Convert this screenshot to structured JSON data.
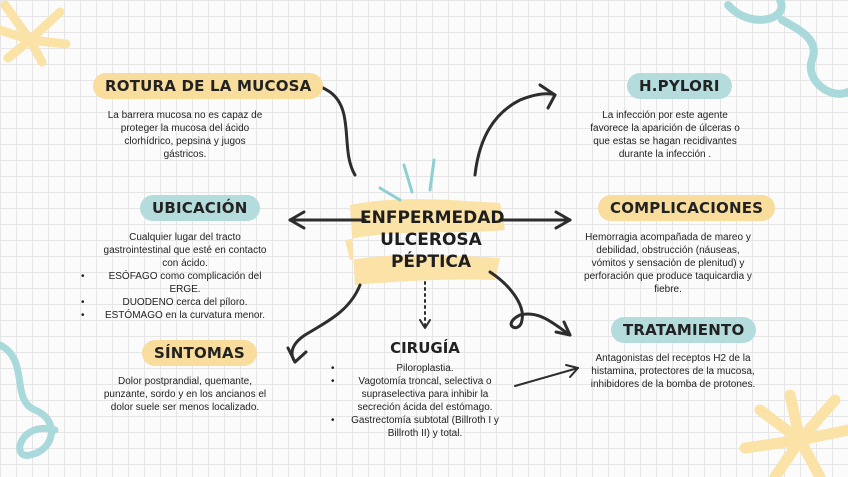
{
  "center": {
    "line1": "ENFPERMEDAD",
    "line2": "ULCEROSA",
    "line3": "PÉPTICA"
  },
  "nodes": {
    "rotura": {
      "title": "ROTURA DE LA MUCOSA",
      "lines": [
        "La barrera mucosa no es capaz de",
        "proteger la mucosa del ácido",
        "clorhídrico, pepsina y jugos",
        "gástricos."
      ]
    },
    "hpylori": {
      "title": "H.PYLORI",
      "lines": [
        "La infección por este agente",
        "favorece la aparición de úlceras o",
        "que estas se hagan recidivantes",
        "durante la infección ."
      ]
    },
    "ubicacion": {
      "title": "UBICACIÓN",
      "lines": [
        "Cualquier lugar del tracto",
        "gastrointestinal que esté en contacto",
        "con ácido."
      ],
      "bullets": [
        "ESÓFAGO como complicación del",
        "ERGE.",
        "DUODENO cerca del píloro.",
        "ESTÓMAGO en la curvatura menor."
      ]
    },
    "complicaciones": {
      "title": "COMPLICACIONES",
      "lines": [
        "Hemorragia acompañada de mareo y",
        "debilidad, obstrucción (náuseas,",
        "vómitos y sensación de plenitud) y",
        "perforación que produce taquicardia y",
        "fiebre."
      ]
    },
    "sintomas": {
      "title": "SÍNTOMAS",
      "lines": [
        "Dolor postprandial, quemante,",
        "punzante, sordo y en los ancianos el",
        "dolor suele ser menos localizado."
      ]
    },
    "tratamiento": {
      "title": "TRATAMIENTO",
      "lines": [
        "Antagonistas del receptos H2 de la",
        "histamina, protectores de la mucosa,",
        "inhibidores de la bomba de protones."
      ]
    },
    "cirugia": {
      "title": "CIRUGÍA",
      "bullets": [
        "Piloroplastia.",
        "Vagotomía troncal, selectiva o",
        "supraselectiva para inhibir la",
        "secreción ácida del estómago.",
        "Gastrectomía subtotal (Billroth I y",
        "Billroth II) y total."
      ]
    }
  },
  "colors": {
    "yellow": "#f9dd9d",
    "blue": "#b5dcdc",
    "arrow": "#2d2d2d",
    "accent_blue": "#8ecfd2",
    "accent_yellow": "#fbe3a8"
  }
}
